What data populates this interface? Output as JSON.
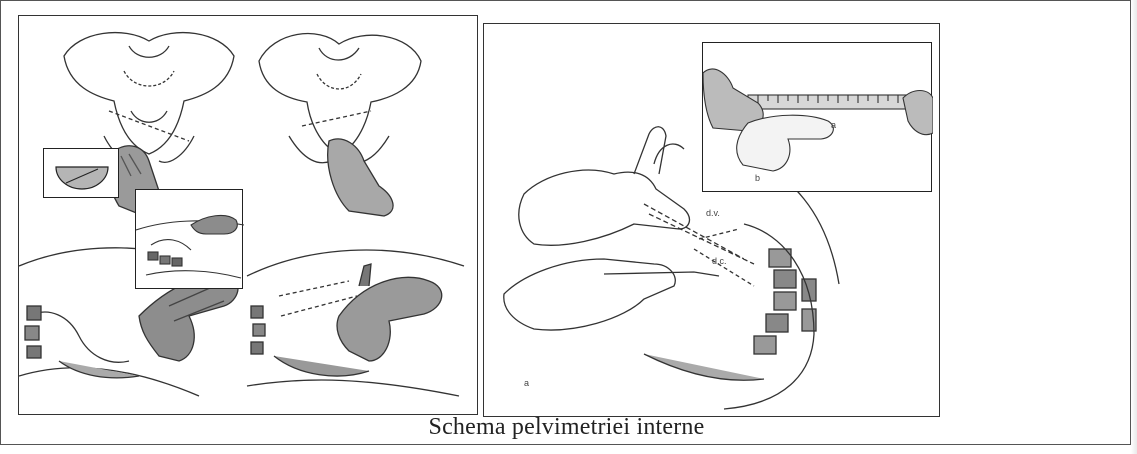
{
  "figure": {
    "caption": "Schema pelvimetriei interne",
    "panels": [
      {
        "id": "left",
        "subfigures": [
          "pelvis-front-hand",
          "pelvis-front-hand-2",
          "semicircle-inset",
          "side-exam-inset",
          "lateral-exam",
          "lateral-exam-2"
        ]
      },
      {
        "id": "right",
        "subfigures": [
          "sagittal-exam",
          "measurement-inset"
        ]
      }
    ],
    "labels": {
      "inset_b": "b",
      "main_a": "a",
      "diag_top": "d.v.",
      "diag_mid": "d.c."
    }
  }
}
